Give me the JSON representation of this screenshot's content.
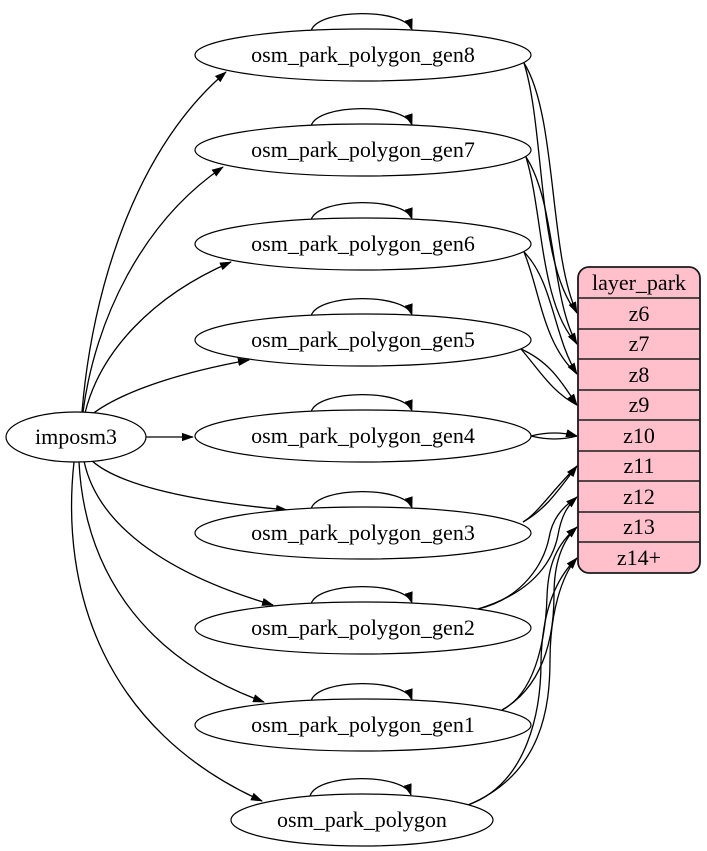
{
  "diagram": {
    "background": "#ffffff",
    "edge_color": "#000000",
    "source_node": {
      "label": "imposm3"
    },
    "table_nodes": [
      {
        "label": "osm_park_polygon_gen8",
        "self_loop": true,
        "feeds": "z6"
      },
      {
        "label": "osm_park_polygon_gen7",
        "self_loop": true,
        "feeds": "z7"
      },
      {
        "label": "osm_park_polygon_gen6",
        "self_loop": true,
        "feeds": "z8"
      },
      {
        "label": "osm_park_polygon_gen5",
        "self_loop": true,
        "feeds": "z9"
      },
      {
        "label": "osm_park_polygon_gen4",
        "self_loop": true,
        "feeds": "z10"
      },
      {
        "label": "osm_park_polygon_gen3",
        "self_loop": true,
        "feeds": "z11"
      },
      {
        "label": "osm_park_polygon_gen2",
        "self_loop": true,
        "feeds": "z12"
      },
      {
        "label": "osm_park_polygon_gen1",
        "self_loop": true,
        "feeds": "z13"
      },
      {
        "label": "osm_park_polygon",
        "self_loop": true,
        "feeds": "z14+"
      }
    ],
    "layer_node": {
      "title": "layer_park",
      "fill": "#ffc0cb",
      "stroke": "#1a1a1a",
      "rows": [
        "z6",
        "z7",
        "z8",
        "z9",
        "z10",
        "z11",
        "z12",
        "z13",
        "z14+"
      ]
    }
  }
}
